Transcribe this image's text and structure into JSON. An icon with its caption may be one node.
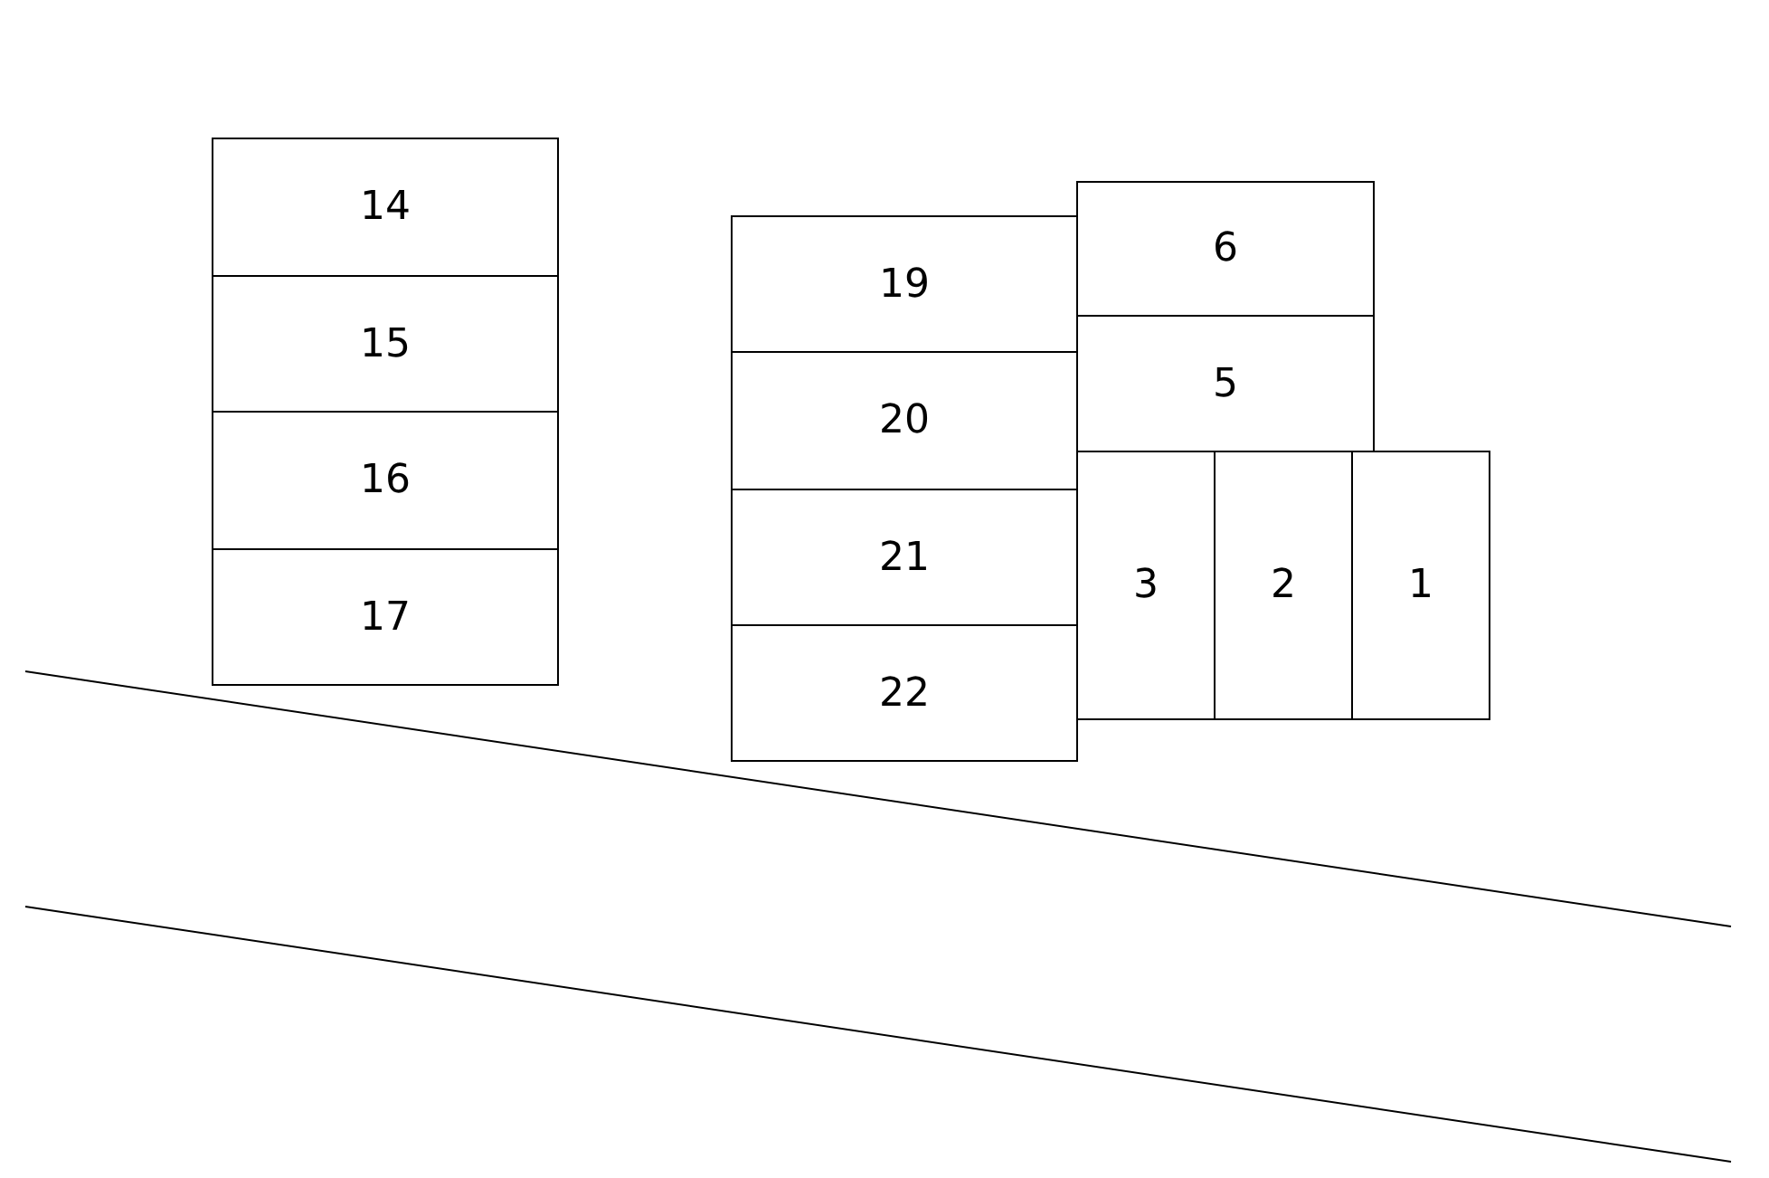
{
  "diagram": {
    "nodes": [
      {
        "text": [
          "14"
        ]
      },
      {
        "text": [
          "15"
        ]
      },
      {
        "text": [
          "16"
        ]
      },
      {
        "text": [
          "17"
        ]
      },
      {
        "text": [
          "19"
        ]
      },
      {
        "text": [
          "20"
        ]
      },
      {
        "text": [
          "21"
        ]
      },
      {
        "text": [
          "22"
        ]
      },
      {
        "text": [
          "6"
        ]
      },
      {
        "text": [
          "5"
        ]
      },
      {
        "text": [
          "3"
        ]
      },
      {
        "text": [
          "2"
        ]
      },
      {
        "text": [
          "1"
        ]
      }
    ],
    "edges": []
  }
}
